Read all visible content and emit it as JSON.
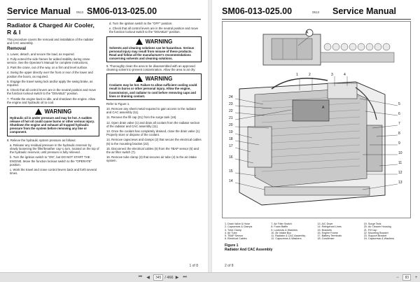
{
  "left_page": {
    "header_title": "Service Manual",
    "header_code": "0513",
    "header_model": "SM06-013-025.00",
    "section_title": "Radiator & Charged Air Cooler, R & I",
    "intro": "This procedure covers the removal and installation of the radiator and CAC assembly.",
    "removal_heading": "Removal",
    "col1_steps": [
      "1. Lower, detach, and secure the load, as required.",
      "2. Fully extend the side frames for added stability during crane service. See the Operator's Manual for complete instructions.",
      "3. Park the crane, out of the way, on a firm and level surface.",
      "4. Swing the upper directly over the front or rear of the lower and position the boom, as required.",
      "5. Engage the travel swing lock and/or apply the swing brake, as required.",
      "6. Check that all control levers are in the neutral position and move the function lockout switch to the \"DISABLE\" position.",
      "7. Throttle the engine back to idle, and shutdown the engine. Allow the engine and hydraulic oil to cool."
    ],
    "warning_label": "WARNING",
    "warning1": "Hydraulic oil is under pressure and may be hot. A sudden release of hot oil could cause burns or other serious injury. Shutdown the engine and exhaust all trapped hydraulic pressure from the system before removing any line or component.",
    "col1_step8": "8. Relieve the hydraulic system pressure as follows:",
    "col1_step8_subs": [
      "a. Release any residual pressure in the hydraulic reservoir by slowly loosening the filler/breather cap ¼ turn, located on the top of the hydraulic reservoir, until pressure is fully relieved.",
      "b. Turn the ignition switch to \"ON\", but DO NOT START THE ENGINE. Move the function lockout switch to the \"OPERATE\" position.",
      "c. Work the travel and crane control levers back and forth several times."
    ],
    "col2_subs": [
      "d. Turn the ignition switch to the \"OFF\" position.",
      "e. Check that all control levers are in the neutral position and move the function lockout switch to the \"DISABLE\" position."
    ],
    "warning2": "Solvents and cleaning solutions can be hazardous. Serious personal injury may result from misuse of these products. Read and follow all the manufacturer's recommendations concerning solvents and cleaning solutions.",
    "col2_step9": "9. Thoroughly clean the area to be disassembled with an approved cleaning solvent to prevent contamination. Allow the area to air dry.",
    "warning3": "Coolants may be hot. Failure to allow sufficient cooling could result in burns or other personal injury. Allow the engine, transmission, and radiator to cool before removing caps and lines or draining coolant.",
    "refer": "Refer to Figure 1.",
    "col2_steps": [
      "10. Remove any sheet metal required to gain access to the radiator and CAC assembly (11).",
      "11. Remove the fill cap (21) from the surge tank (18).",
      "12. Open drain valve (1) and drain all coolant from the radiator section of the radiator and CAC assembly (11).",
      "13. Once the coolant has completely drained, close the drain valve (1). Properly store or dispose of the coolant.",
      "14. Remove capscrews and clamps (2) that secure the electrical cables (6) to the mounting bracket (22).",
      "15. Disconnect the electrical cables (6) from the TBAP sensor (5) and the air filter switch (7).",
      "16. Remove tube clamp (3) that secures air tube (4) to the air intake system."
    ],
    "page_number": "1 of 8"
  },
  "right_page": {
    "header_model": "SM06-013-025.00",
    "header_code": "0513",
    "header_title": "Service Manual",
    "callouts_left": [
      "24",
      "23",
      "22",
      "21",
      "20",
      "19",
      "18",
      "17",
      "16",
      "15",
      "14"
    ],
    "callouts_right": [
      "5",
      "6",
      "7",
      "8",
      "9",
      "10",
      "11",
      "12",
      "13"
    ],
    "callouts_top": [
      "1",
      "2",
      "3",
      "4"
    ],
    "view_label": "A",
    "legend": [
      "1. Drain Valve & Hose",
      "2. Capscrews & Clamps",
      "3. Tube Clamp",
      "4. Air Tube",
      "5. TBAP Sensor",
      "6. Electrical Cables",
      "7. Air Filter Switch",
      "8. Foam Baffle",
      "9. Locknuts & Washers",
      "10. Air Intake Box",
      "11. Radiator & CAC Assembly",
      "12. Capscrews & Washers",
      "13. A/C Dryer",
      "14. Refrigerant Lines",
      "15. Brackets",
      "16. Engine Frame",
      "17. Battery Terminals",
      "18. Condenser",
      "19. Surge Tank",
      "20. Air Cleaner Housing",
      "21. Fill Cap",
      "22. Mounting Bracket",
      "23. Support Bracket",
      "24. Capscrews & Washers"
    ],
    "figure_label": "Figure 1",
    "figure_caption": "Radiator And CAC Assembly",
    "page_number": "2 of 8"
  },
  "toolbar": {
    "current_page": "345",
    "total_pages": "/ 466",
    "zoom": "83"
  }
}
